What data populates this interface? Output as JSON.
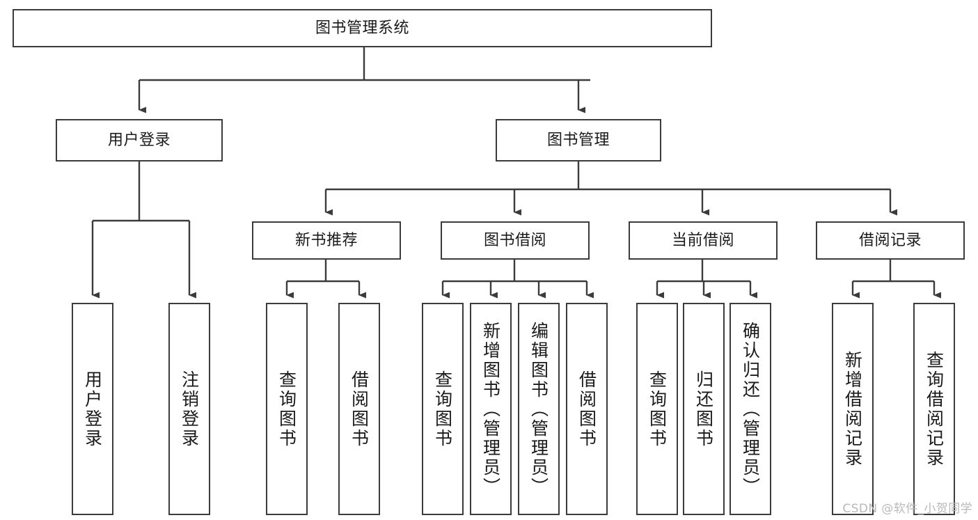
{
  "diagram": {
    "type": "tree-hierarchy",
    "title": "图书管理系统",
    "orientation": "top-down",
    "nodes": {
      "root": {
        "label": "图书管理系统"
      },
      "level2": [
        {
          "id": "user-login",
          "label": "用户登录"
        },
        {
          "id": "book-manage",
          "label": "图书管理"
        }
      ],
      "level3": [
        {
          "id": "new-book-recommend",
          "label": "新书推荐"
        },
        {
          "id": "book-borrow",
          "label": "图书借阅"
        },
        {
          "id": "current-borrow",
          "label": "当前借阅"
        },
        {
          "id": "borrow-record",
          "label": "借阅记录"
        }
      ],
      "leaves": [
        {
          "id": "leaf-user-login",
          "label": "用户登录",
          "parent": "user-login"
        },
        {
          "id": "leaf-user-logout",
          "label": "注销登录",
          "parent": "user-login"
        },
        {
          "id": "leaf-query-book-1",
          "label": "查询图书",
          "parent": "new-book-recommend"
        },
        {
          "id": "leaf-borrow-book-1",
          "label": "借阅图书",
          "parent": "new-book-recommend"
        },
        {
          "id": "leaf-query-book-2",
          "label": "查询图书",
          "parent": "book-borrow"
        },
        {
          "id": "leaf-add-book",
          "label": "新增图书（管理员）",
          "parent": "book-borrow"
        },
        {
          "id": "leaf-edit-book",
          "label": "编辑图书（管理员）",
          "parent": "book-borrow"
        },
        {
          "id": "leaf-borrow-book-2",
          "label": "借阅图书",
          "parent": "book-borrow"
        },
        {
          "id": "leaf-query-book-3",
          "label": "查询图书",
          "parent": "current-borrow"
        },
        {
          "id": "leaf-return-book",
          "label": "归还图书",
          "parent": "current-borrow"
        },
        {
          "id": "leaf-confirm-return",
          "label": "确认归还（管理员）",
          "parent": "current-borrow"
        },
        {
          "id": "leaf-add-record",
          "label": "新增借阅记录",
          "parent": "borrow-record"
        },
        {
          "id": "leaf-query-record",
          "label": "查询借阅记录",
          "parent": "borrow-record"
        }
      ]
    },
    "colors": {
      "stroke": "#3b3b3b",
      "fill": "#ffffff",
      "text": "#1a1a1a",
      "watermark": "#b9b9b9"
    }
  },
  "watermark": {
    "text": "CSDN @软件_小贺同学"
  }
}
